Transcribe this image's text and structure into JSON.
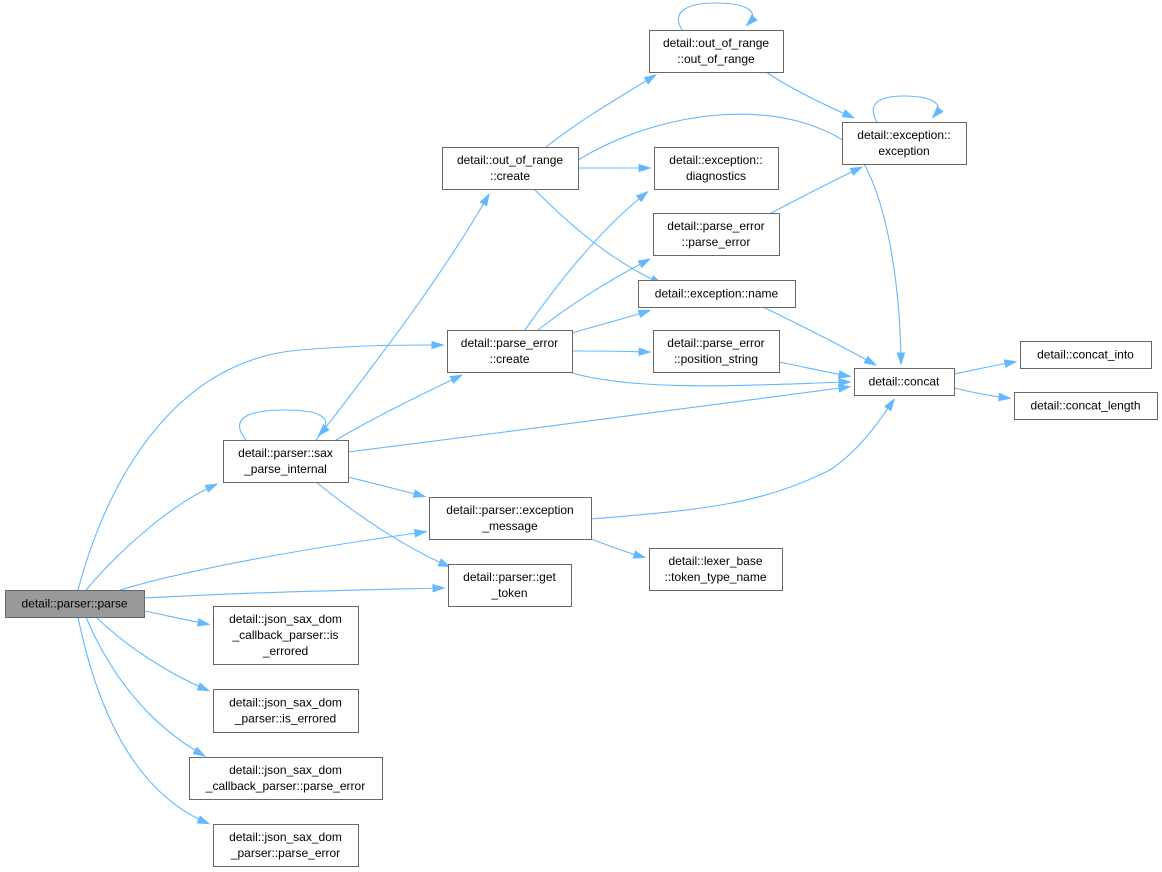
{
  "graph": {
    "nodes": [
      {
        "id": "parse",
        "lines": [
          "detail::parser::parse"
        ],
        "root": true
      },
      {
        "id": "sax_parse_internal",
        "lines": [
          "detail::parser::sax",
          "_parse_internal"
        ]
      },
      {
        "id": "oor_create",
        "lines": [
          "detail::out_of_range",
          "::create"
        ]
      },
      {
        "id": "oor_ctor",
        "lines": [
          "detail::out_of_range",
          "::out_of_range"
        ]
      },
      {
        "id": "exc_ctor",
        "lines": [
          "detail::exception::",
          "exception"
        ]
      },
      {
        "id": "exc_diag",
        "lines": [
          "detail::exception::",
          "diagnostics"
        ]
      },
      {
        "id": "pe_ctor",
        "lines": [
          "detail::parse_error",
          "::parse_error"
        ]
      },
      {
        "id": "exc_name",
        "lines": [
          "detail::exception::name"
        ]
      },
      {
        "id": "pe_create",
        "lines": [
          "detail::parse_error",
          "::create"
        ]
      },
      {
        "id": "pe_pos",
        "lines": [
          "detail::parse_error",
          "::position_string"
        ]
      },
      {
        "id": "concat",
        "lines": [
          "detail::concat"
        ]
      },
      {
        "id": "concat_into",
        "lines": [
          "detail::concat_into"
        ]
      },
      {
        "id": "concat_length",
        "lines": [
          "detail::concat_length"
        ]
      },
      {
        "id": "exc_msg",
        "lines": [
          "detail::parser::exception",
          "_message"
        ]
      },
      {
        "id": "lexer_ttn",
        "lines": [
          "detail::lexer_base",
          "::token_type_name"
        ]
      },
      {
        "id": "get_token",
        "lines": [
          "detail::parser::get",
          "_token"
        ]
      },
      {
        "id": "jsdcp_is_errored",
        "lines": [
          "detail::json_sax_dom",
          "_callback_parser::is",
          "_errored"
        ]
      },
      {
        "id": "jsdp_is_errored",
        "lines": [
          "detail::json_sax_dom",
          "_parser::is_errored"
        ]
      },
      {
        "id": "jsdcp_parse_error",
        "lines": [
          "detail::json_sax_dom",
          "_callback_parser::parse_error"
        ]
      },
      {
        "id": "jsdp_parse_error",
        "lines": [
          "detail::json_sax_dom",
          "_parser::parse_error"
        ]
      }
    ],
    "edges": [
      [
        "parse",
        "pe_create"
      ],
      [
        "parse",
        "sax_parse_internal"
      ],
      [
        "parse",
        "exc_msg"
      ],
      [
        "parse",
        "get_token"
      ],
      [
        "parse",
        "jsdcp_is_errored"
      ],
      [
        "parse",
        "jsdp_is_errored"
      ],
      [
        "parse",
        "jsdcp_parse_error"
      ],
      [
        "parse",
        "jsdp_parse_error"
      ],
      [
        "sax_parse_internal",
        "sax_parse_internal"
      ],
      [
        "sax_parse_internal",
        "oor_create"
      ],
      [
        "sax_parse_internal",
        "pe_create"
      ],
      [
        "sax_parse_internal",
        "concat"
      ],
      [
        "sax_parse_internal",
        "exc_msg"
      ],
      [
        "sax_parse_internal",
        "get_token"
      ],
      [
        "oor_create",
        "oor_ctor"
      ],
      [
        "oor_create",
        "exc_diag"
      ],
      [
        "oor_create",
        "exc_name"
      ],
      [
        "oor_create",
        "concat"
      ],
      [
        "oor_ctor",
        "oor_ctor"
      ],
      [
        "oor_ctor",
        "exc_ctor"
      ],
      [
        "exc_ctor",
        "exc_ctor"
      ],
      [
        "pe_create",
        "exc_diag"
      ],
      [
        "pe_create",
        "pe_ctor"
      ],
      [
        "pe_create",
        "exc_name"
      ],
      [
        "pe_create",
        "pe_pos"
      ],
      [
        "pe_create",
        "concat"
      ],
      [
        "pe_ctor",
        "exc_ctor"
      ],
      [
        "exc_name",
        "concat"
      ],
      [
        "pe_pos",
        "concat"
      ],
      [
        "concat",
        "concat_into"
      ],
      [
        "concat",
        "concat_length"
      ],
      [
        "exc_msg",
        "concat"
      ],
      [
        "exc_msg",
        "lexer_ttn"
      ]
    ]
  }
}
